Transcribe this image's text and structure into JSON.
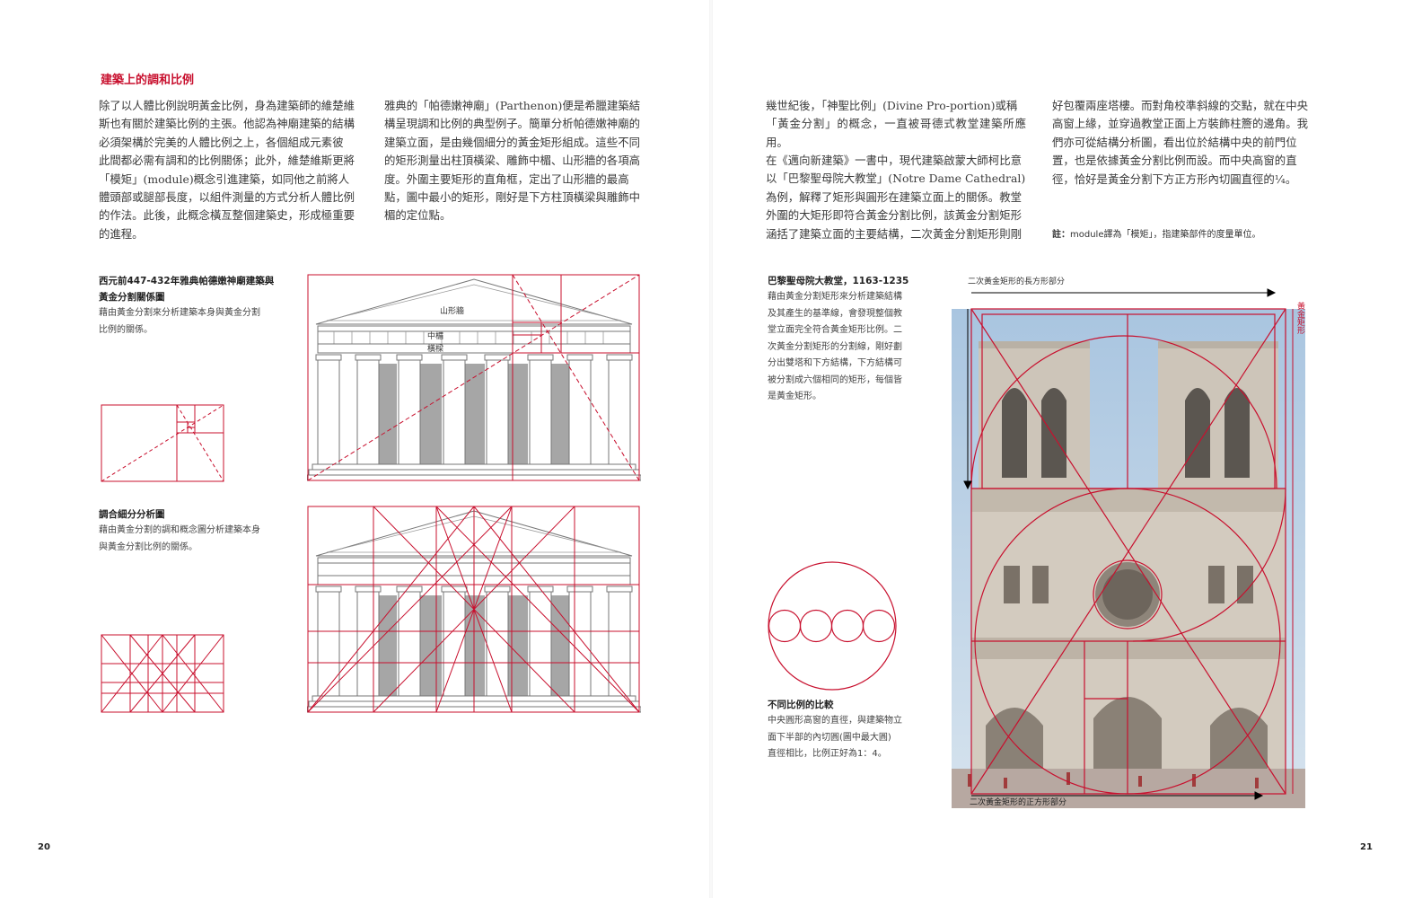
{
  "heading": "建築上的調和比例",
  "paragraphs": {
    "col1": "除了以人體比例說明黃金比例，身為建築師的維楚維\n斯也有關於建築比例的主張。他認為神廟建築的結構\n必須架構於完美的人體比例之上，各個組成元素彼\n此間都必需有調和的比例關係；此外，維楚維斯更將\n「模矩」(module)概念引進建築，如同他之前將人\n體頭部或腿部長度，以組件測量的方式分析人體比例\n的作法。此後，此概念橫亙整個建築史，形成極重要\n的進程。",
    "col2": "雅典的「帕德嫩神廟」(Parthenon)便是希臘建築結\n構呈現調和比例的典型例子。簡單分析帕德嫩神廟的\n建築立面，是由幾個細分的黃金矩形組成。這些不同\n的矩形測量出柱頂橫梁、雕飾中楣、山形牆的各項高\n度。外圍主要矩形的直角框，定出了山形牆的最高\n點，圖中最小的矩形，剛好是下方柱頂橫梁與雕飾中\n楣的定位點。",
    "col3a": "幾世紀後，「神聖比例」(Divine Pro-portion)或稱\n「黃金分割」的概念，一直被哥德式教堂建築所應用。",
    "col3b": "在《邁向新建築》一書中，現代建築啟蒙大師柯比意\n以「巴黎聖母院大教堂」(Notre Dame Cathedral)\n為例，解釋了矩形與圓形在建築立面上的關係。教堂\n外圍的大矩形即符合黃金分割比例，該黃金分割矩形\n涵括了建築立面的主要結構，二次黃金分割矩形則剛",
    "col4": "好包覆兩座塔樓。而對角校準斜線的交點，就在中央\n高窗上緣，並穿過教堂正面上方裝飾柱簷的邊角。我\n們亦可從結構分析圖，看出位於結構中央的前門位\n置，也是依據黃金分割比例而設。而中央高窗的直\n徑，恰好是黃金分割下方正方形內切圓直徑的¼。"
  },
  "note": {
    "label": "註：",
    "text": "module譯為「模矩」，指建築部件的度量單位。"
  },
  "captions": {
    "parthenon": {
      "title": "西元前447-432年雅典帕德嫩神廟建築與\n黃金分割關係圖",
      "body": "藉由黃金分割來分析建築本身與黃金分割\n比例的關係。"
    },
    "harmonic": {
      "title": "調合細分分析圖",
      "body": "藉由黃金分割的調和概念圖分析建築本身\n與黃金分割比例的關係。"
    },
    "notre_dame": {
      "title": "巴黎聖母院大教堂，1163-1235",
      "body": "藉由黃金分割矩形來分析建築結構\n及其產生的基準線，會發現整個教\n堂立面完全符合黃金矩形比例。二\n次黃金分割矩形的分割線，剛好劃\n分出雙塔和下方結構，下方結構可\n被分割成六個相同的矩形，每個皆\n是黃金矩形。"
    },
    "circles": {
      "title": "不同比例的比較",
      "body": "中央圓形高窗的直徑，與建築物立\n面下半部的內切圓(圖中最大圓)\n直徑相比，比例正好為1：4。"
    }
  },
  "diagram_labels": {
    "pediment": "山形牆",
    "frieze": "中楣",
    "architrave": "橫樑",
    "secondary_long": "二次黃金矩形的長方形部分",
    "secondary_square": "二次黃金矩形的正方形部分",
    "golden_rect": "黃金矩形"
  },
  "page_numbers": {
    "left": "20",
    "right": "21"
  },
  "colors": {
    "accent": "#c8102e",
    "column": "#a6a6a6",
    "sky": "#b9cfe3",
    "stone": "#cfc7bc"
  }
}
